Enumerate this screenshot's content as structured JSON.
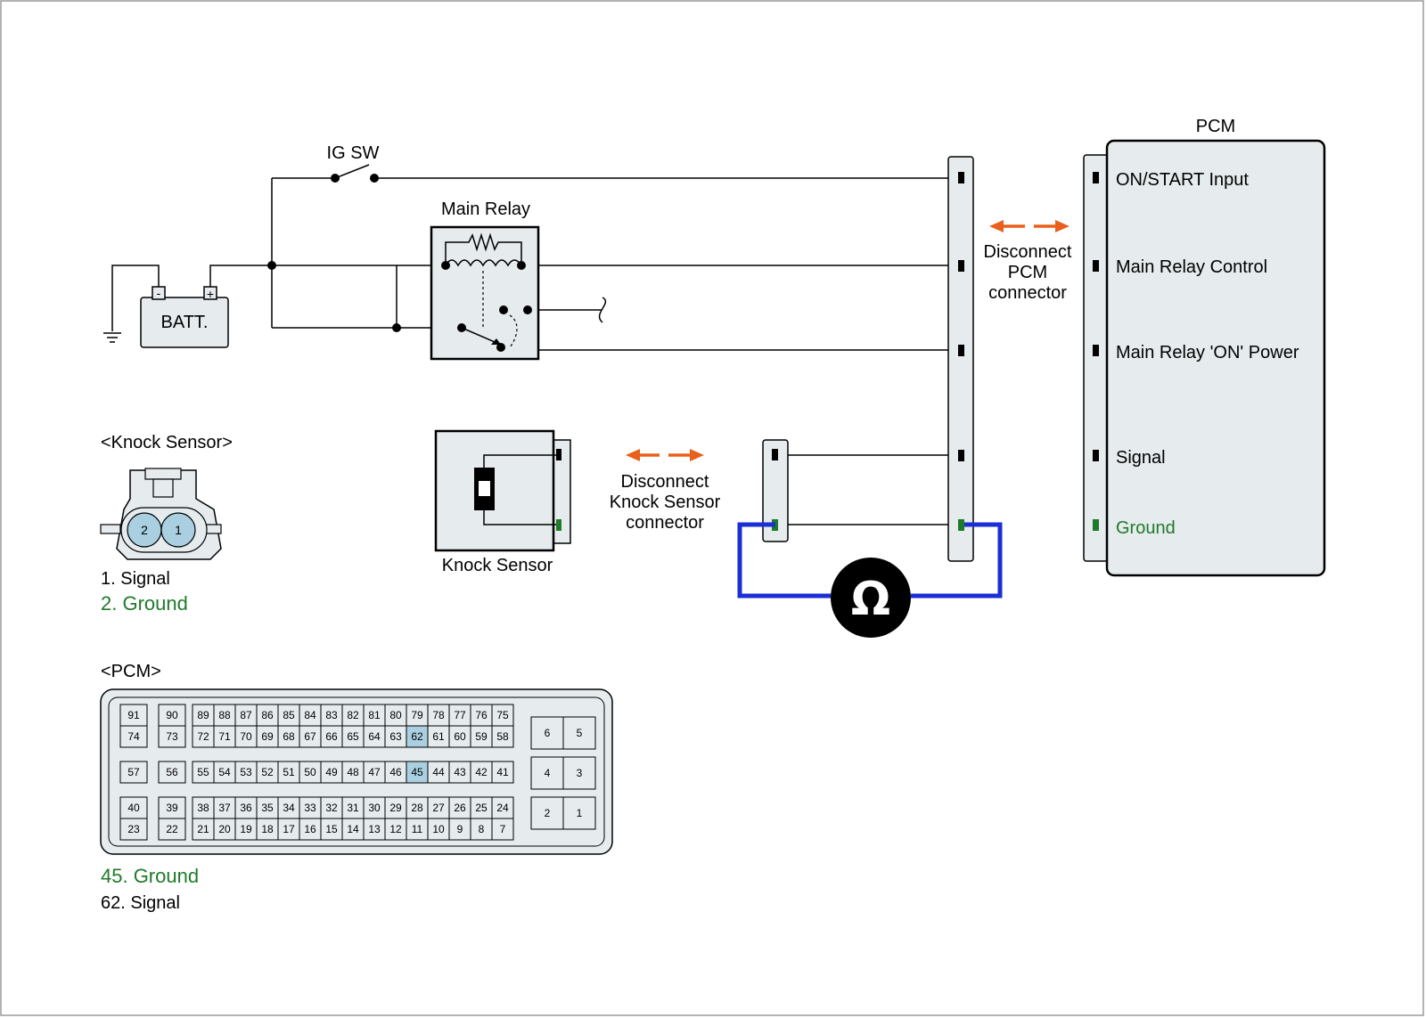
{
  "colors": {
    "wire": "#000000",
    "ground_green": "#1f7a2a",
    "meter_blue": "#1b2fd6",
    "arrow_orange": "#e8601c",
    "box_fill": "#e6ebee",
    "pin_highlight": "#a9cfe0"
  },
  "circuit": {
    "battery_label": "BATT.",
    "battery_minus": "-",
    "battery_plus": "+",
    "ig_sw_label": "IG SW",
    "main_relay_label": "Main Relay",
    "knock_sensor_label": "Knock Sensor",
    "pcm_title": "PCM",
    "disconnect_pcm": [
      "Disconnect",
      "PCM",
      "connector"
    ],
    "disconnect_knock": [
      "Disconnect",
      "Knock Sensor",
      "connector"
    ],
    "ohmmeter_symbol": "Ω",
    "pcm_terminals": [
      {
        "label": "ON/START Input",
        "ground": false
      },
      {
        "label": "Main Relay Control",
        "ground": false
      },
      {
        "label": "Main Relay 'ON' Power",
        "ground": false
      },
      {
        "label": "Signal",
        "ground": false
      },
      {
        "label": "Ground",
        "ground": true
      }
    ]
  },
  "knock_sensor_connector": {
    "title": "<Knock Sensor>",
    "pins": [
      "2",
      "1"
    ],
    "legend": [
      {
        "text": "1. Signal",
        "ground": false
      },
      {
        "text": "2. Ground",
        "ground": true
      }
    ]
  },
  "pcm_connector": {
    "title": "<PCM>",
    "highlighted": [
      "62",
      "45"
    ],
    "rows": [
      [
        "91",
        "90",
        "89",
        "88",
        "87",
        "86",
        "85",
        "84",
        "83",
        "82",
        "81",
        "80",
        "79",
        "78",
        "77",
        "76",
        "75"
      ],
      [
        "74",
        "73",
        "72",
        "71",
        "70",
        "69",
        "68",
        "67",
        "66",
        "65",
        "64",
        "63",
        "62",
        "61",
        "60",
        "59",
        "58"
      ],
      [
        "57",
        "56",
        "55",
        "54",
        "53",
        "52",
        "51",
        "50",
        "49",
        "48",
        "47",
        "46",
        "45",
        "44",
        "43",
        "42",
        "41"
      ],
      [
        "40",
        "39",
        "38",
        "37",
        "36",
        "35",
        "34",
        "33",
        "32",
        "31",
        "30",
        "29",
        "28",
        "27",
        "26",
        "25",
        "24"
      ],
      [
        "23",
        "22",
        "21",
        "20",
        "19",
        "18",
        "17",
        "16",
        "15",
        "14",
        "13",
        "12",
        "11",
        "10",
        "9",
        "8",
        "7"
      ]
    ],
    "right_block": [
      [
        "6",
        "5"
      ],
      [
        "4",
        "3"
      ],
      [
        "2",
        "1"
      ]
    ],
    "legend": [
      {
        "text": "45. Ground",
        "ground": true
      },
      {
        "text": "62. Signal",
        "ground": false
      }
    ]
  }
}
